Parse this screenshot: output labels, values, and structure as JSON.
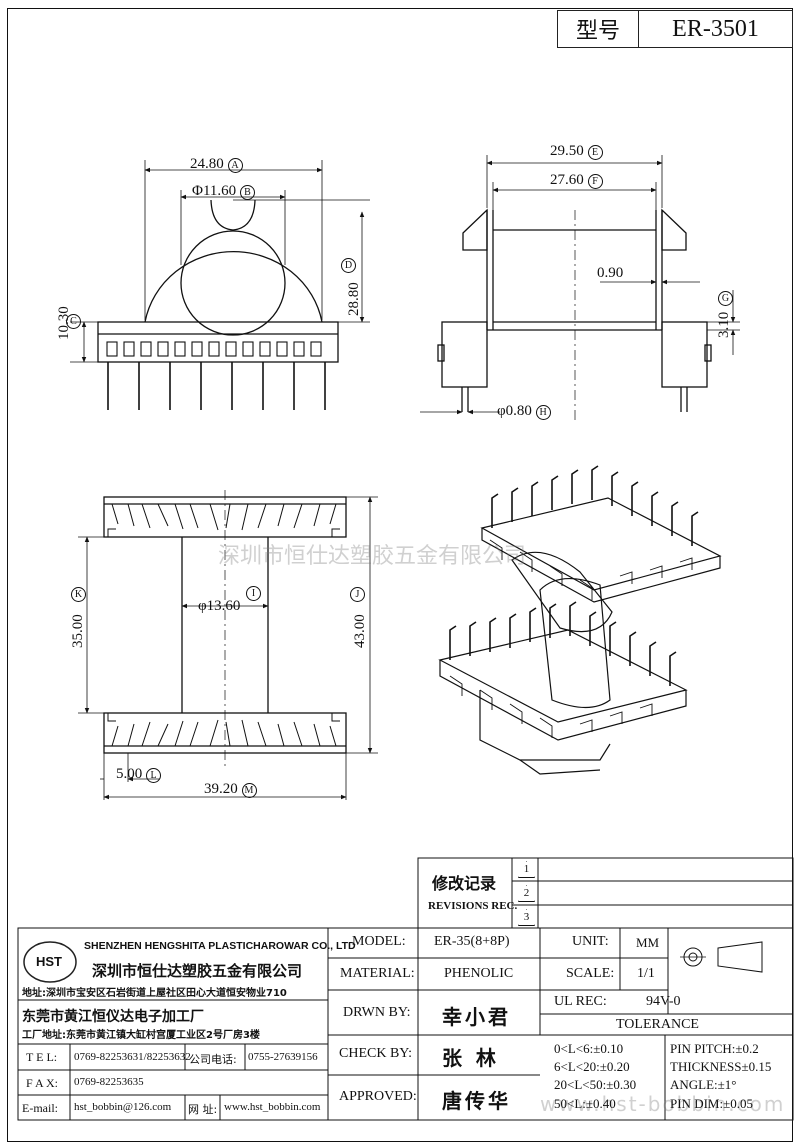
{
  "title_block": {
    "model_label": "型号",
    "model_value": "ER-3501"
  },
  "dims": {
    "A": "24.80",
    "A_tag": "A",
    "B": "Φ11.60",
    "B_tag": "B",
    "C": "10.30",
    "C_tag": "C",
    "D": "28.80",
    "D_tag": "D",
    "E": "29.50",
    "E_tag": "E",
    "F": "27.60",
    "F_tag": "F",
    "web": "0.90",
    "G": "3.10",
    "G_tag": "G",
    "H": "φ0.80",
    "H_tag": "H",
    "K": "35.00",
    "K_tag": "K",
    "I": "φ13.60",
    "I_tag": "I",
    "J": "43.00",
    "J_tag": "J",
    "L": "5.00",
    "L_tag": "L",
    "M": "39.20",
    "M_tag": "M"
  },
  "watermark": {
    "center": "深圳市恒仕达塑胶五金有限公司",
    "bottom": "www.hst-bobbin.com"
  },
  "revisions": {
    "label_cn": "修改记录",
    "label_en": "REVISIONS REC.",
    "rows": [
      "1",
      "2",
      "3"
    ]
  },
  "company": {
    "logo": "HST",
    "name_en": "SHENZHEN HENGSHITA PLASTICHAROWAR CO., LTD",
    "name_cn": "深圳市恒仕达塑胶五金有限公司",
    "address": "地址:深圳市宝安区石岩街道上屋社区田心大道恒安物业710",
    "factory_name": "东莞市黄江恒仪达电子加工厂",
    "factory_address": "工厂地址:东莞市黄江镇大缸村宫厦工业区2号厂房3楼",
    "tel_label": "T E L:",
    "tel": "0769-82253631/82253632",
    "phone_label": "公司电话:",
    "phone": "0755-27639156",
    "fax_label": "F A X:",
    "fax": "0769-82253635",
    "email_label": "E-mail:",
    "email": "hst_bobbin@126.com",
    "web_label": "网 址:",
    "web": "www.hst_bobbin.com"
  },
  "spec": {
    "model_label": "MODEL:",
    "model": "ER-35(8+8P)",
    "material_label": "MATERIAL:",
    "material": "PHENOLIC",
    "drawn_label": "DRWN BY:",
    "drawn": "幸小君",
    "check_label": "CHECK BY:",
    "check": "张  林",
    "approved_label": "APPROVED:",
    "approved": "唐传华",
    "unit_label": "UNIT:",
    "unit": "MM",
    "scale_label": "SCALE:",
    "scale": "1/1",
    "ul_label": "UL REC:",
    "ul": "94V-0",
    "tolerance_label": "TOLERANCE",
    "tol_1": "0<L<6:±0.10",
    "tol_2": "6<L<20:±0.20",
    "tol_3": "20<L<50:±0.30",
    "tol_4": "50<L:±0.40",
    "pitch": "PIN PITCH:±0.2",
    "thickness": "THICKNESS±0.15",
    "angle": "ANGLE:±1°",
    "pin_dim": "PIN DIM:±0.05"
  }
}
